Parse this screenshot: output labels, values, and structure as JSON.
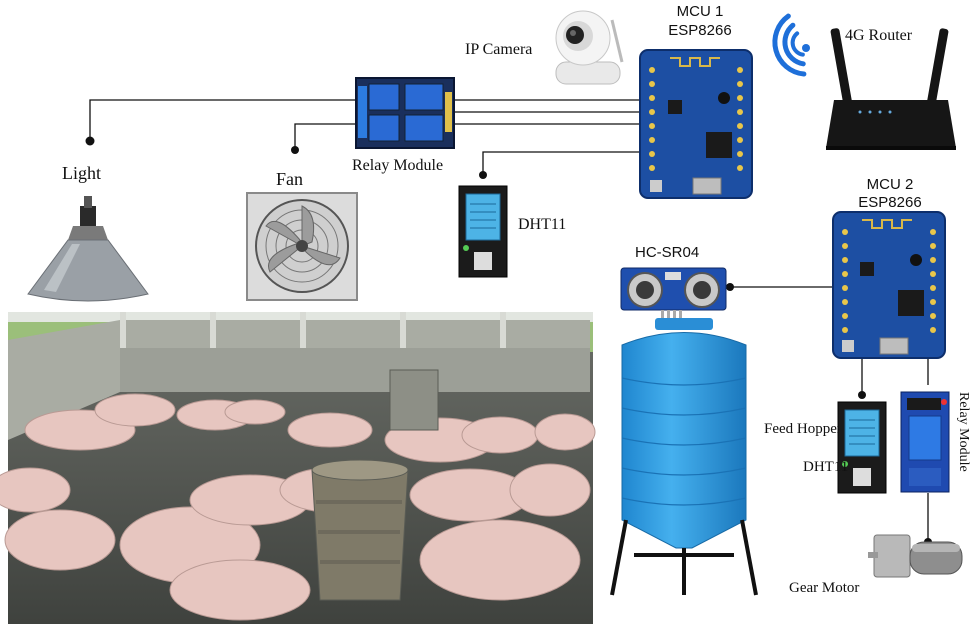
{
  "labels": {
    "ip_camera": "IP Camera",
    "mcu1_name": "MCU 1",
    "mcu1_chip": "ESP8266",
    "router": "4G Router",
    "light": "Light",
    "fan": "Fan",
    "relay_module": "Relay Module",
    "dht11_top": "DHT11",
    "mcu2_name": "MCU 2",
    "mcu2_chip": "ESP8266",
    "ultrasonic": "HC-SR04",
    "feed_hopper": "Feed Hopper",
    "dht11_bottom": "DHT11",
    "relay_module_vertical": "Relay Module",
    "gear_motor": "Gear Motor"
  },
  "colors": {
    "wire": "#111111",
    "pcb_blue": "#1d4fa3",
    "relay_blue": "#2a5fc4",
    "wifi_blue": "#1e6fd9",
    "tank_blue": "#2f9be0",
    "dht_blue": "#4db3e6"
  }
}
